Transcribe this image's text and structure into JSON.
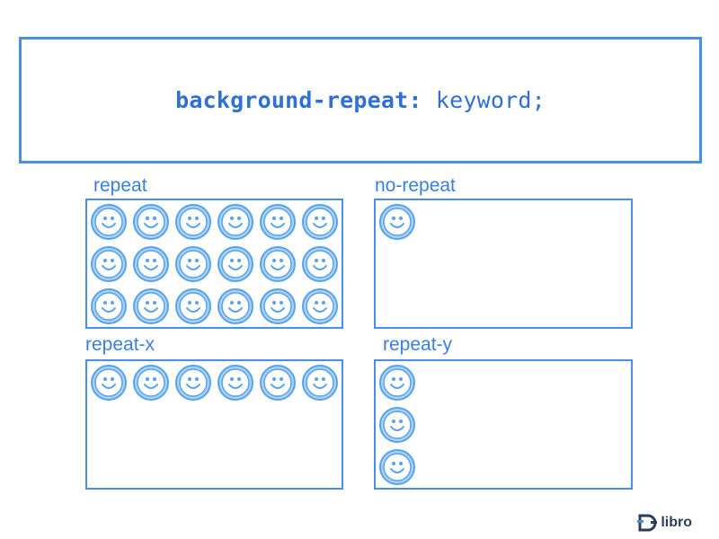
{
  "code": {
    "property": "background-repeat:",
    "value": "keyword;"
  },
  "demos": [
    {
      "id": "repeat",
      "label": "repeat"
    },
    {
      "id": "no-repeat",
      "label": "no-repeat"
    },
    {
      "id": "repeat-x",
      "label": "repeat-x"
    },
    {
      "id": "repeat-y",
      "label": "repeat-y"
    }
  ],
  "tile_icon": "smiley-face-icon",
  "colors": {
    "accent": "#4a8fe7",
    "text_blue": "#3a7fe0",
    "smiley_fill": "#a9d3f8",
    "smiley_stroke": "#5aa2ea",
    "brand_dark": "#2c3e57"
  },
  "brand": {
    "name": "libro"
  }
}
